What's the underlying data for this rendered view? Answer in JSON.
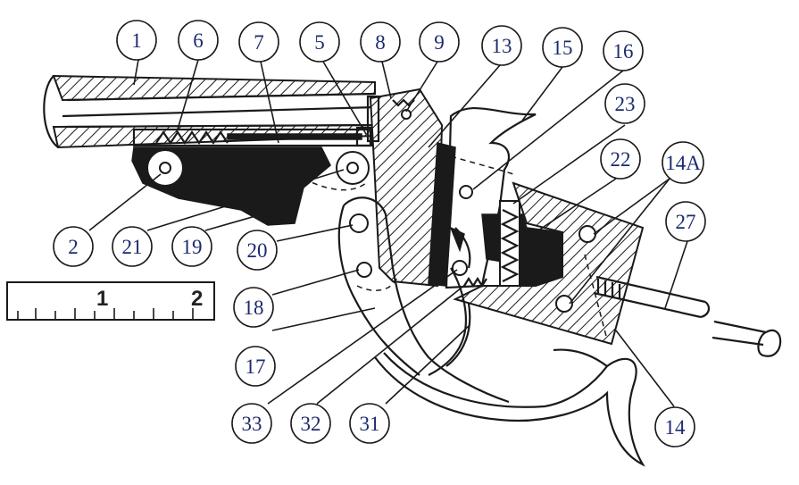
{
  "callouts": [
    {
      "id": "c1",
      "label": "1"
    },
    {
      "id": "c6",
      "label": "6"
    },
    {
      "id": "c7",
      "label": "7"
    },
    {
      "id": "c5",
      "label": "5"
    },
    {
      "id": "c8",
      "label": "8"
    },
    {
      "id": "c9",
      "label": "9"
    },
    {
      "id": "c13",
      "label": "13"
    },
    {
      "id": "c15",
      "label": "15"
    },
    {
      "id": "c16",
      "label": "16"
    },
    {
      "id": "c23",
      "label": "23"
    },
    {
      "id": "c22",
      "label": "22"
    },
    {
      "id": "c14a",
      "label": "14A"
    },
    {
      "id": "c27",
      "label": "27"
    },
    {
      "id": "c2",
      "label": "2"
    },
    {
      "id": "c21",
      "label": "21"
    },
    {
      "id": "c19",
      "label": "19"
    },
    {
      "id": "c20",
      "label": "20"
    },
    {
      "id": "c18",
      "label": "18"
    },
    {
      "id": "c17",
      "label": "17"
    },
    {
      "id": "c33",
      "label": "33"
    },
    {
      "id": "c32",
      "label": "32"
    },
    {
      "id": "c31",
      "label": "31"
    },
    {
      "id": "c14",
      "label": "14"
    }
  ],
  "ruler": {
    "mark_1": "1",
    "mark_2": "2"
  }
}
